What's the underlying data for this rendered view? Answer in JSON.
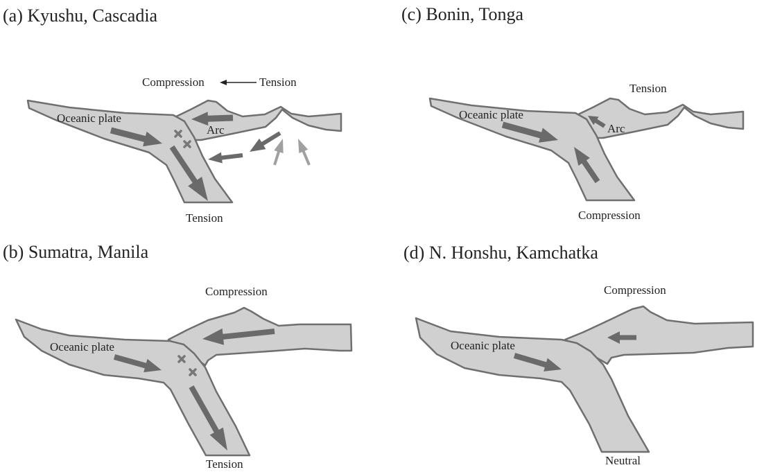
{
  "panels": {
    "a": {
      "title": "(a) Kyushu, Cascadia",
      "top_left_label": "Compression",
      "top_right_label": "Tension",
      "plate_label": "Oceanic plate",
      "arc_label": "Arc",
      "slab_label": "Tension"
    },
    "b": {
      "title": "(b) Sumatra, Manila",
      "top_label": "Compression",
      "plate_label": "Oceanic plate",
      "slab_label": "Tension"
    },
    "c": {
      "title": "(c) Bonin, Tonga",
      "top_label": "Tension",
      "plate_label": "Oceanic plate",
      "arc_label": "Arc",
      "slab_label": "Compression"
    },
    "d": {
      "title": "(d) N. Honshu, Kamchatka",
      "top_label": "Compression",
      "plate_label": "Oceanic plate",
      "slab_label": "Neutral"
    }
  },
  "colors": {
    "plate_fill": "#d0d0d0",
    "outline": "#6f6f6f",
    "arrow": "#6a6a6a",
    "arrow_light": "#a0a0a0"
  }
}
